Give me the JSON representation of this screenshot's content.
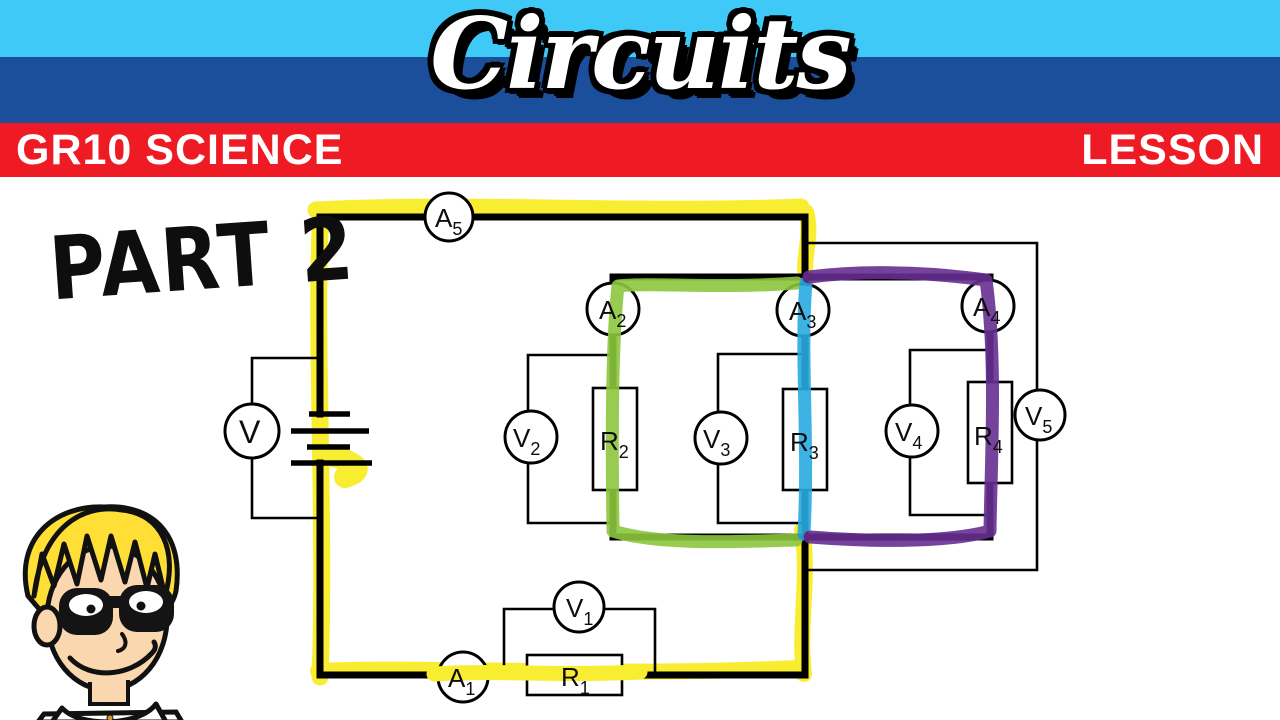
{
  "header": {
    "title": "Circuits",
    "left_label": "GR10 SCIENCE",
    "right_label": "LESSON",
    "colors": {
      "top_band": "#3EC9F7",
      "middle_band": "#1B4E9B",
      "red_band": "#EE1B24",
      "title_text": "#FFFFFF"
    }
  },
  "part_label": "PART 2",
  "circuit": {
    "wire_color": "#000000",
    "highlight_colors": {
      "main_loop": "#F9ED32",
      "branch_r2": "#8CC63E",
      "branch_r3": "#29ABE2",
      "branch_r4": "#662D91"
    },
    "meters": {
      "V": {
        "letter": "V",
        "sub": ""
      },
      "V1": {
        "letter": "V",
        "sub": "1"
      },
      "V2": {
        "letter": "V",
        "sub": "2"
      },
      "V3": {
        "letter": "V",
        "sub": "3"
      },
      "V4": {
        "letter": "V",
        "sub": "4"
      },
      "V5": {
        "letter": "V",
        "sub": "5"
      },
      "A1": {
        "letter": "A",
        "sub": "1"
      },
      "A2": {
        "letter": "A",
        "sub": "2"
      },
      "A3": {
        "letter": "A",
        "sub": "3"
      },
      "A4": {
        "letter": "A",
        "sub": "4"
      },
      "A5": {
        "letter": "A",
        "sub": "5"
      }
    },
    "resistors": {
      "R1": {
        "letter": "R",
        "sub": "1"
      },
      "R2": {
        "letter": "R",
        "sub": "2"
      },
      "R3": {
        "letter": "R",
        "sub": "3"
      },
      "R4": {
        "letter": "R",
        "sub": "4"
      }
    }
  }
}
